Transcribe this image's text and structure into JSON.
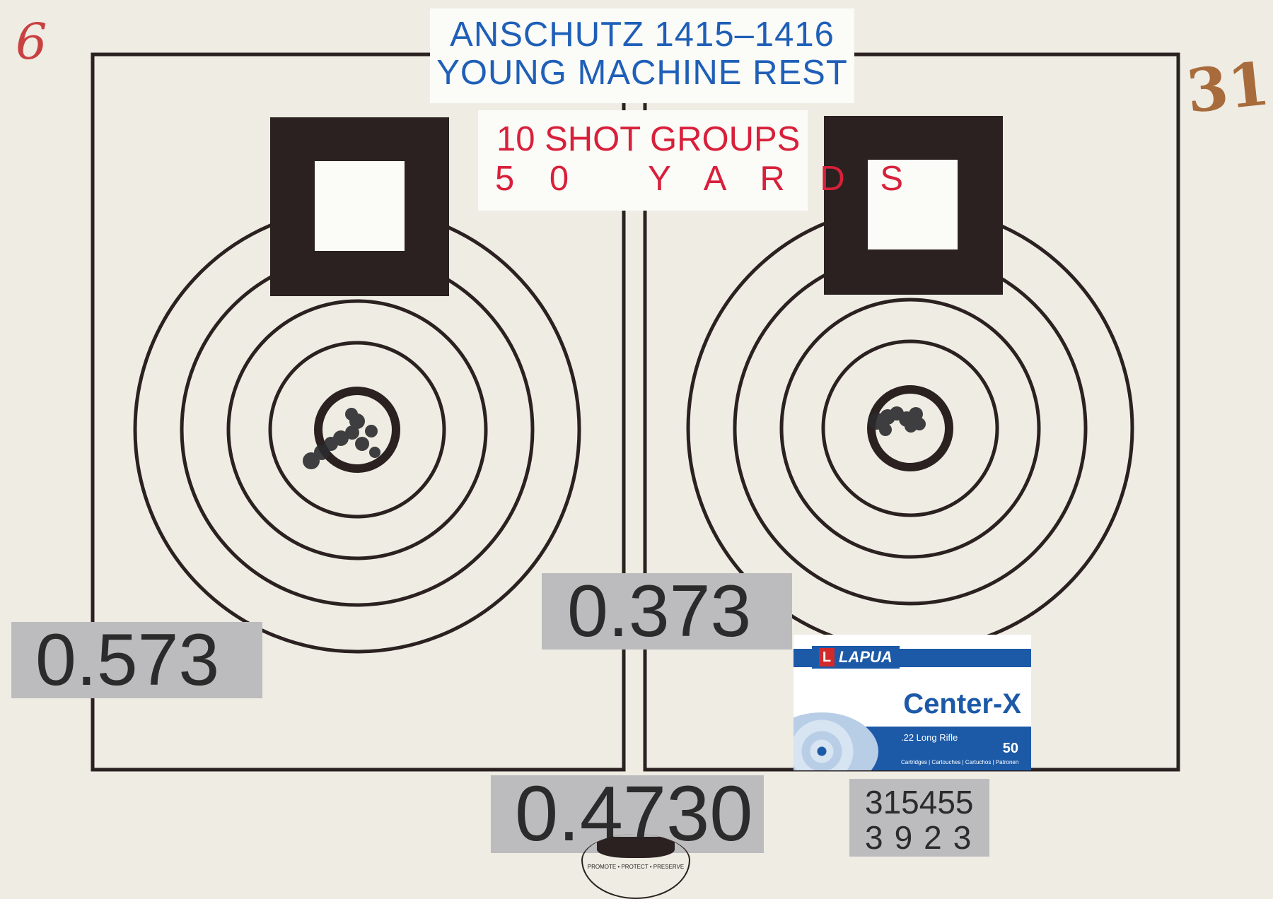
{
  "handwritten": {
    "left_number": "6",
    "right_number": "31"
  },
  "header": {
    "line1": "ANSCHUTZ 1415–1416",
    "line2": "YOUNG MACHINE REST",
    "line3": "10 SHOT GROUPS",
    "line4": "5 0   Y A R D S"
  },
  "measurements": {
    "left_group": "0.573",
    "right_group": "0.373",
    "average": "0.4730"
  },
  "ammo_box": {
    "brand": "LAPUA",
    "product": "Center-X",
    "caliber": ".22 Long Rifle",
    "count": "50",
    "subtext": "Cartridges | Cartouches | Cartuchos | Patronen"
  },
  "lot": {
    "line1": "315455",
    "line2": "3923"
  },
  "seal_text": "PROMOTE • PROTECT • PRESERVE",
  "colors": {
    "paper": "#efece3",
    "target_ink": "#2a2120",
    "blue_text": "#1f5fb8",
    "red_text": "#d8203a",
    "label_gray": "#bcbcbe",
    "lapua_blue": "#1c5aa8"
  }
}
